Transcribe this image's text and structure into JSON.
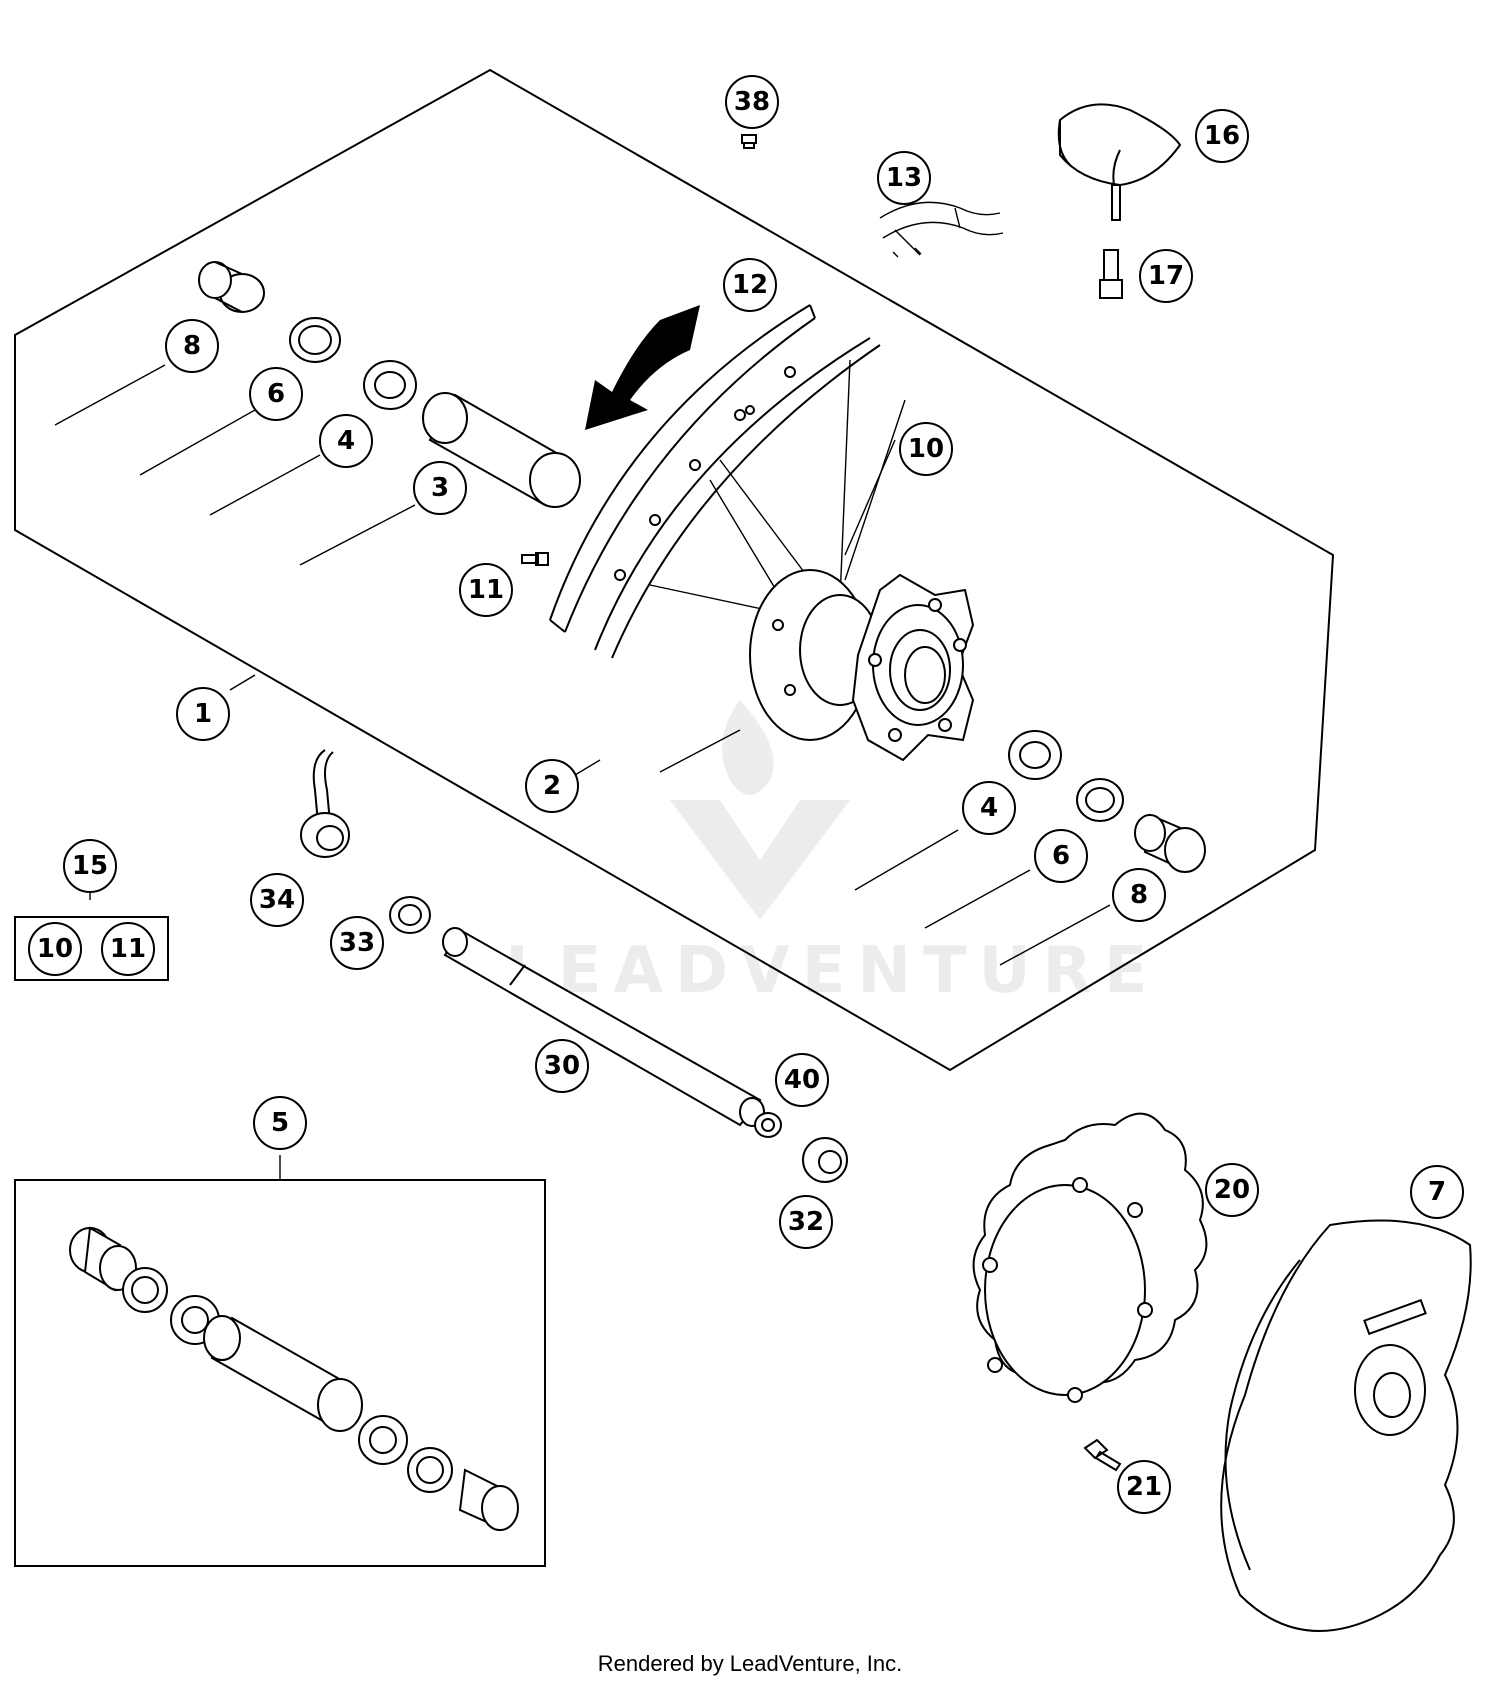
{
  "diagram": {
    "callouts": {
      "c38": "38",
      "c16": "16",
      "c13": "13",
      "c17": "17",
      "c12": "12",
      "c8a": "8",
      "c6a": "6",
      "c4a": "4",
      "c3": "3",
      "c10a": "10",
      "c11a": "11",
      "c1": "1",
      "c2": "2",
      "c4b": "4",
      "c6b": "6",
      "c8b": "8",
      "c15": "15",
      "c10b": "10",
      "c11b": "11",
      "c34": "34",
      "c33": "33",
      "c30": "30",
      "c40": "40",
      "c32": "32",
      "c5": "5",
      "c20": "20",
      "c7": "7",
      "c21": "21"
    },
    "watermark": "LEADVENTURE"
  },
  "footer": {
    "text": "Rendered by LeadVenture, Inc."
  }
}
